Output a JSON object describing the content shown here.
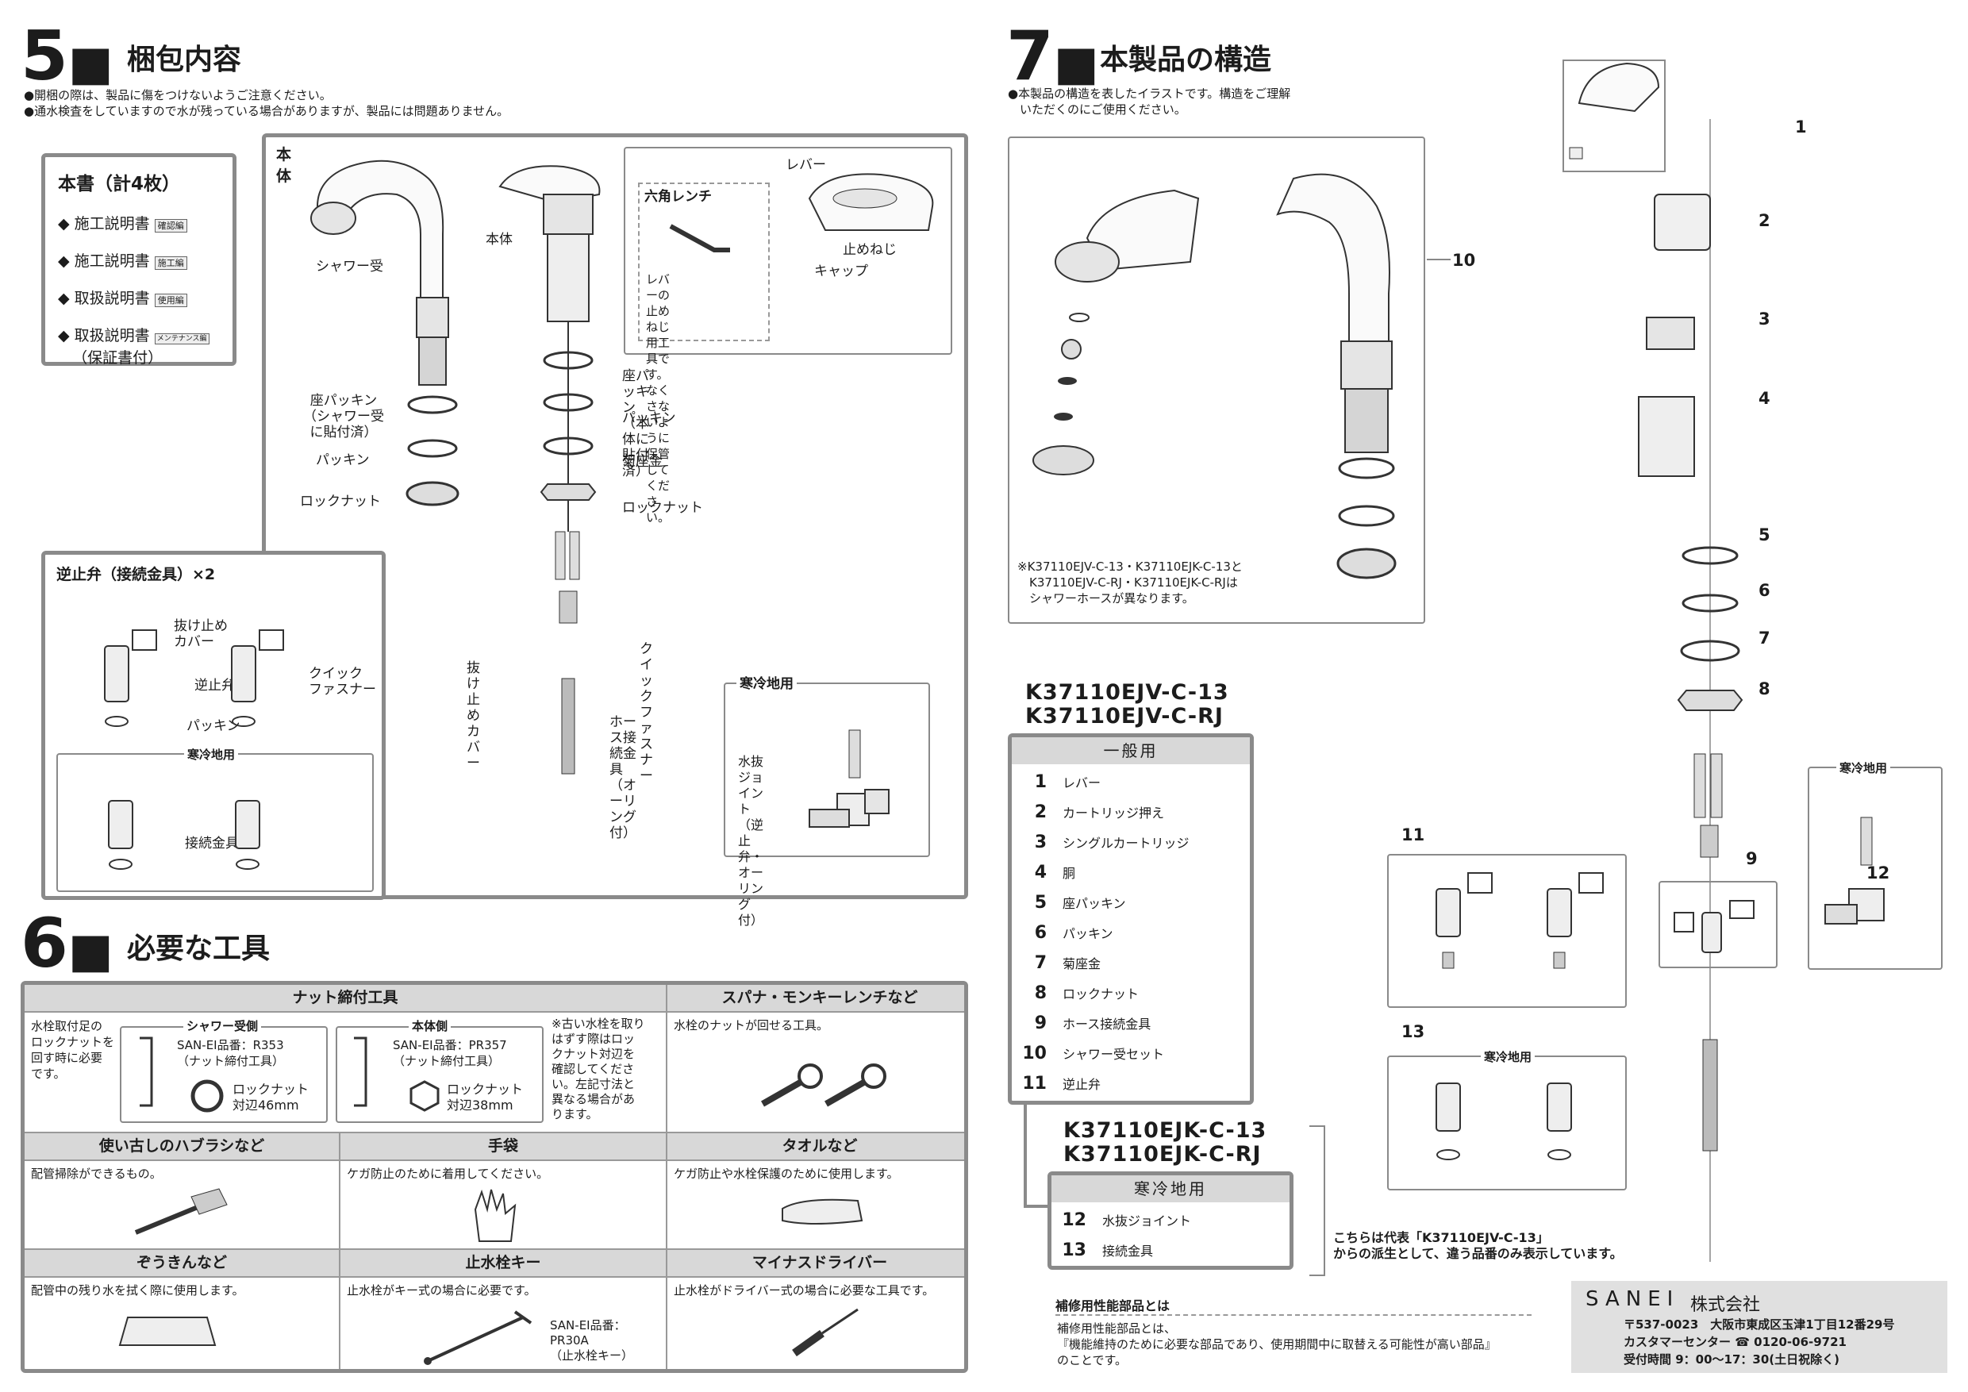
{
  "sec5": {
    "num": "5",
    "title": "梱包内容",
    "notes": [
      "●開梱の際は、製品に傷をつけないようご注意ください。",
      "●通水検査をしていますので水が残っている場合がありますが、製品には問題ありません。"
    ]
  },
  "docs": {
    "title": "本書（計4枚）",
    "items": [
      {
        "label": "施工説明書",
        "tag": "確認編"
      },
      {
        "label": "施工説明書",
        "tag": "施工編"
      },
      {
        "label": "取扱説明書",
        "tag": "使用編"
      },
      {
        "label": "取扱説明書",
        "tag": "メンテナンス編",
        "sub": "（保証書付）"
      }
    ]
  },
  "main_box": {
    "title": "本体",
    "shower_receiver": "シャワー受",
    "seat_packing_shower": "座パッキン\n（シャワー受\nに貼付済）",
    "packing": "パッキン",
    "locknut": "ロックナット",
    "body": "本体",
    "seat_packing_body": "座パッキン\n（本体に貼付済）",
    "packing2": "パッキン",
    "kiku_zagane": "菊座金",
    "locknut2": "ロックナット",
    "nukedome": "抜け止め\nカバー",
    "quick": "クイック\nファスナー",
    "hose_joint": "ホース接続金具\n（オーリング付）",
    "lever": "レバー",
    "tomeneji": "止めねじ",
    "cap": "キャップ",
    "hex_title": "六角レンチ",
    "hex_desc": "レバーの止めねじ\n用工具です。\nなくさないように\n保管してください。",
    "cold_title": "寒冷地用",
    "drain_joint": "水抜ジョイント\n（逆止弁・オー\nリング付）"
  },
  "check_box": {
    "title": "逆止弁（接続金具）×2",
    "nukedome": "抜け止め\nカバー",
    "valve": "逆止弁",
    "quick": "クイック\nファスナー",
    "packing": "パッキン",
    "cold_title": "寒冷地用",
    "joint": "接続金具"
  },
  "sec6": {
    "num": "6",
    "title": "必要な工具",
    "nut_tool": {
      "head": "ナット締付工具",
      "desc": "水栓取付足の\nロックナットを\n回す時に必要\nです。",
      "shower_head": "シャワー受側",
      "shower_part": "SAN-EI品番：R353\n（ナット締付工具）",
      "shower_nut": "ロックナット\n対辺46mm",
      "body_head": "本体側",
      "body_part": "SAN-EI品番：PR357\n（ナット締付工具）",
      "body_nut": "ロックナット\n対辺38mm",
      "remark": "※古い水栓を取り\nはずす際はロッ\nクナット対辺を\n確認してくださ\nい。左記寸法と\n異なる場合があ\nります。"
    },
    "cells": [
      {
        "head": "スパナ・モンキーレンチなど",
        "desc": "水栓のナットが回せる工具。"
      },
      {
        "head": "使い古しのハブラシなど",
        "desc": "配管掃除ができるもの。"
      },
      {
        "head": "手袋",
        "desc": "ケガ防止のために着用してください。"
      },
      {
        "head": "タオルなど",
        "desc": "ケガ防止や水栓保護のために使用します。"
      },
      {
        "head": "ぞうきんなど",
        "desc": "配管中の残り水を拭く際に使用します。"
      },
      {
        "head": "止水栓キー",
        "desc": "止水栓がキー式の場合に必要です。",
        "extra": "SAN-EI品番：\nPR30A\n（止水栓キー）"
      },
      {
        "head": "マイナスドライバー",
        "desc": "止水栓がドライバー式の場合に必要な工具です。"
      }
    ]
  },
  "sec7": {
    "num": "7",
    "title": "本製品の構造",
    "note": "●本製品の構造を表したイラストです。構造をご理解\n　いただくのにご使用ください。",
    "shower_note": "※K37110EJV-C-13・K37110EJK-C-13と\n　K37110EJV-C-RJ・K37110EJK-C-RJは\n　シャワーホースが異なります。",
    "model_a": [
      "K37110EJV-C-13",
      "K37110EJV-C-RJ"
    ],
    "model_b": [
      "K37110EJK-C-13",
      "K37110EJK-C-RJ"
    ],
    "general_head": "一般用",
    "general_parts": [
      {
        "n": "1",
        "name": "レバー"
      },
      {
        "n": "2",
        "name": "カートリッジ押え"
      },
      {
        "n": "3",
        "name": "シングルカートリッジ"
      },
      {
        "n": "4",
        "name": "胴"
      },
      {
        "n": "5",
        "name": "座パッキン"
      },
      {
        "n": "6",
        "name": "パッキン"
      },
      {
        "n": "7",
        "name": "菊座金"
      },
      {
        "n": "8",
        "name": "ロックナット"
      },
      {
        "n": "9",
        "name": "ホース接続金具"
      },
      {
        "n": "10",
        "name": "シャワー受セット"
      },
      {
        "n": "11",
        "name": "逆止弁"
      }
    ],
    "cold_head": "寒冷地用",
    "cold_parts": [
      {
        "n": "12",
        "name": "水抜ジョイント"
      },
      {
        "n": "13",
        "name": "接続金具"
      }
    ],
    "derived_note": "こちらは代表「K37110EJV-C-13」\nからの派生として、違う品番のみ表示しています。",
    "callouts": [
      "1",
      "2",
      "3",
      "4",
      "5",
      "6",
      "7",
      "8",
      "9",
      "10",
      "11",
      "12",
      "13"
    ],
    "cold_label_a": "寒冷地用",
    "cold_label_b": "寒冷地用"
  },
  "repair": {
    "title": "補修用性能部品とは",
    "text": "補修用性能部品とは、\n『機能維持のために必要な部品であり、使用期間中に取替える可能性が高い部品』\nのことです。"
  },
  "company": {
    "brand": "SANEI",
    "name": "株式会社",
    "address": "〒537-0023　大阪市東成区玉津1丁目12番29号",
    "center_label": "カスタマーセンター",
    "phone_icon": "☎",
    "phone": "0120-06-9721",
    "hours": "受付時間 9：00～17：30(土日祝除く)"
  }
}
